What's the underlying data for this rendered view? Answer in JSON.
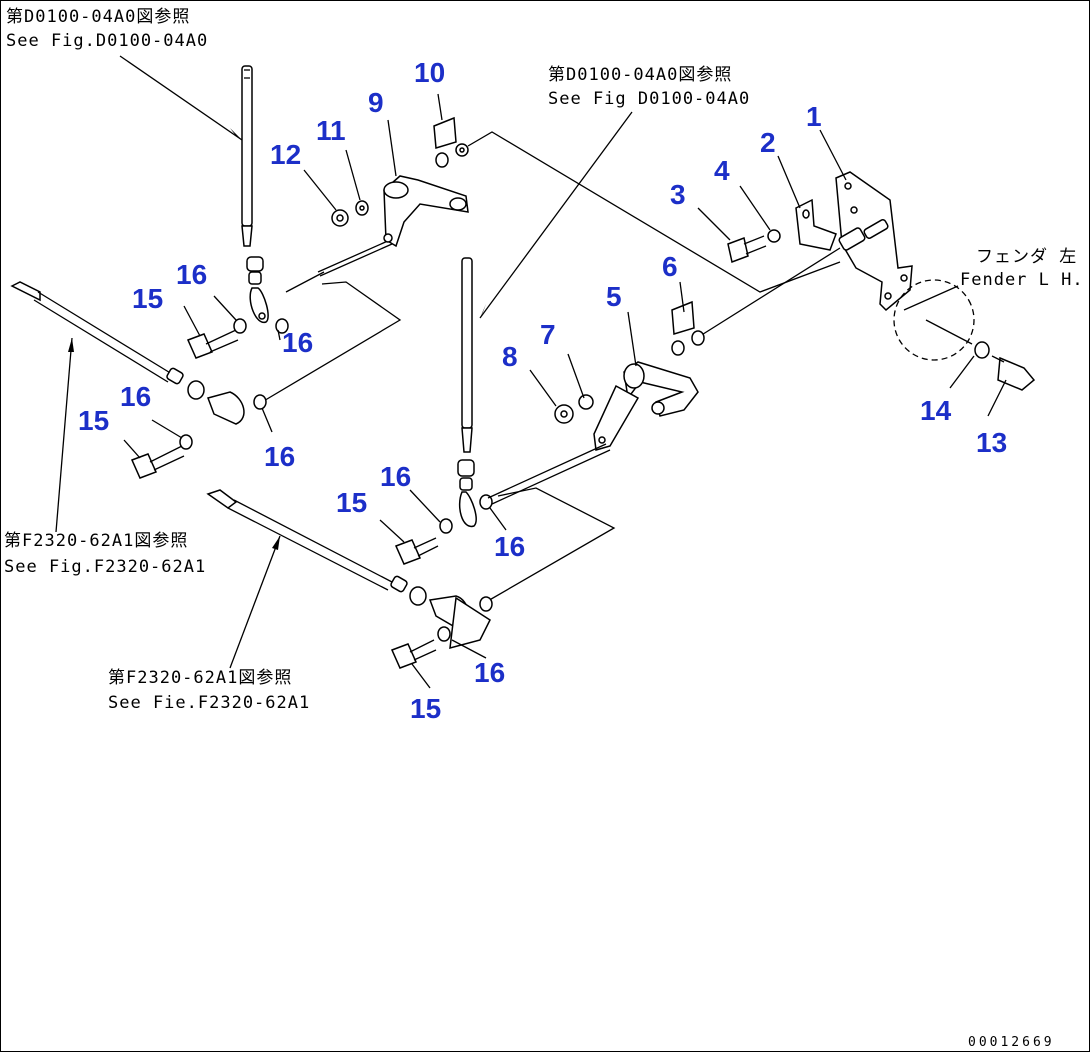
{
  "references": {
    "ref_a_jp": "第D0100-04A0図参照",
    "ref_a_en": "See Fig.D0100-04A0",
    "ref_b_jp": "第D0100-04A0図参照",
    "ref_b_en": "See Fig D0100-04A0",
    "ref_c_jp": "第F2320-62A1図参照",
    "ref_c_en": "See Fig.F2320-62A1",
    "ref_d_jp": "第F2320-62A1図参照",
    "ref_d_en": "See Fie.F2320-62A1",
    "fender_jp": "フェンダ 左",
    "fender_en": "Fender L H."
  },
  "callouts": {
    "n1": "1",
    "n2": "2",
    "n3": "3",
    "n4": "4",
    "n5": "5",
    "n6": "6",
    "n7": "7",
    "n8": "8",
    "n9": "9",
    "n10": "10",
    "n11": "11",
    "n12": "12",
    "n13": "13",
    "n14": "14",
    "n15a": "15",
    "n15b": "15",
    "n15c": "15",
    "n15d": "15",
    "n16a": "16",
    "n16b": "16",
    "n16c": "16",
    "n16d": "16",
    "n16e": "16",
    "n16f": "16",
    "n16g": "16"
  },
  "drawing_number": "00012669",
  "colors": {
    "callout": "#1c2fc8",
    "line": "#000000",
    "background": "#ffffff"
  }
}
